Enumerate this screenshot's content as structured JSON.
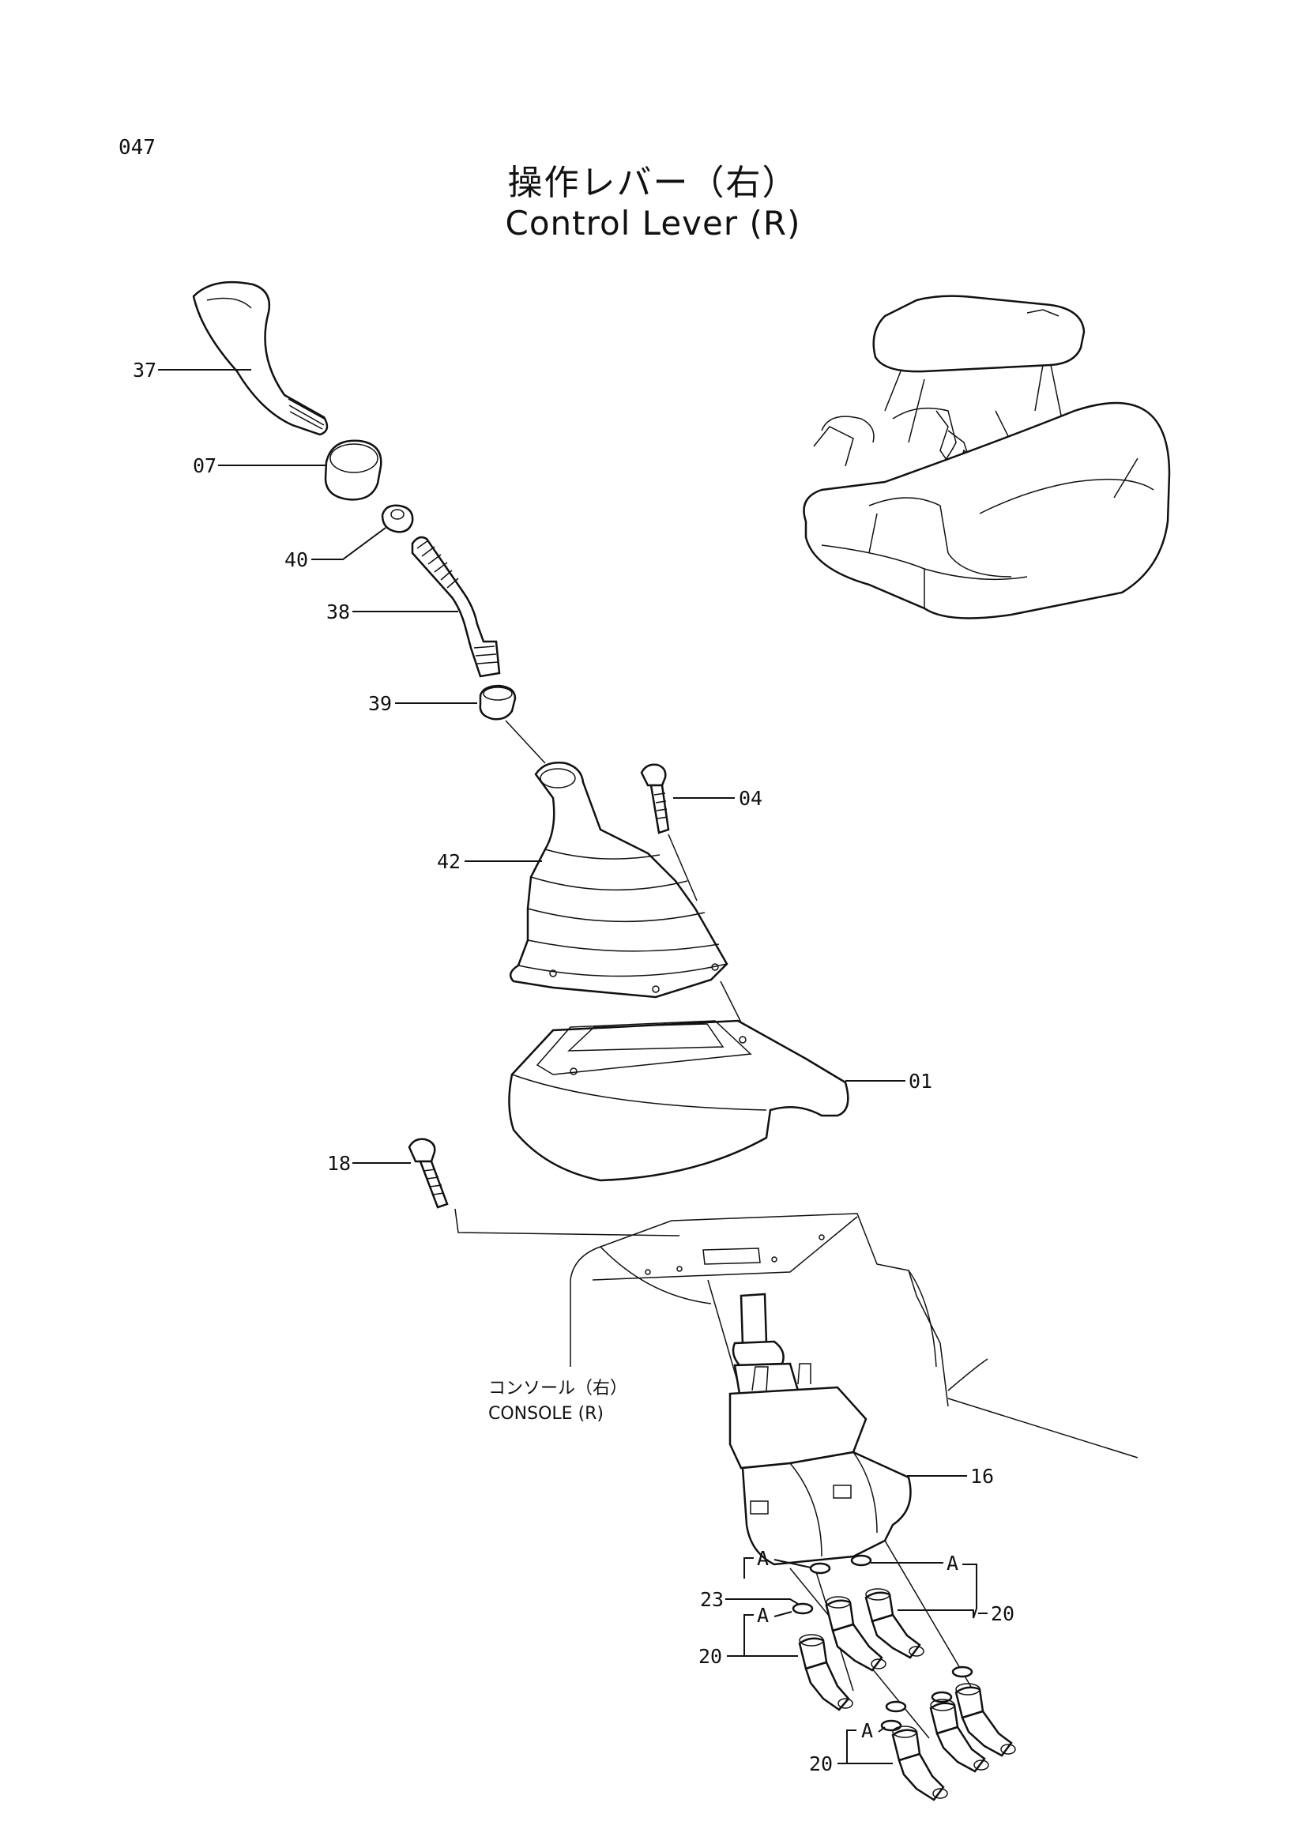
{
  "page_number": "047",
  "title_jp": "操作レバー（右）",
  "title_en": "Control Lever (R)",
  "callouts": {
    "p37": "37",
    "p07": "07",
    "p40": "40",
    "p38": "38",
    "p39": "39",
    "p04": "04",
    "p42": "42",
    "p01": "01",
    "p18": "18",
    "p16": "16",
    "p23": "23",
    "p20a": "20",
    "p20b": "20",
    "p20c": "20"
  },
  "markers": {
    "a1": "A",
    "a2": "A",
    "a3": "A",
    "a4": "A"
  },
  "console_label_jp": "コンソール（右）",
  "console_label_en": "CONSOLE (R)"
}
